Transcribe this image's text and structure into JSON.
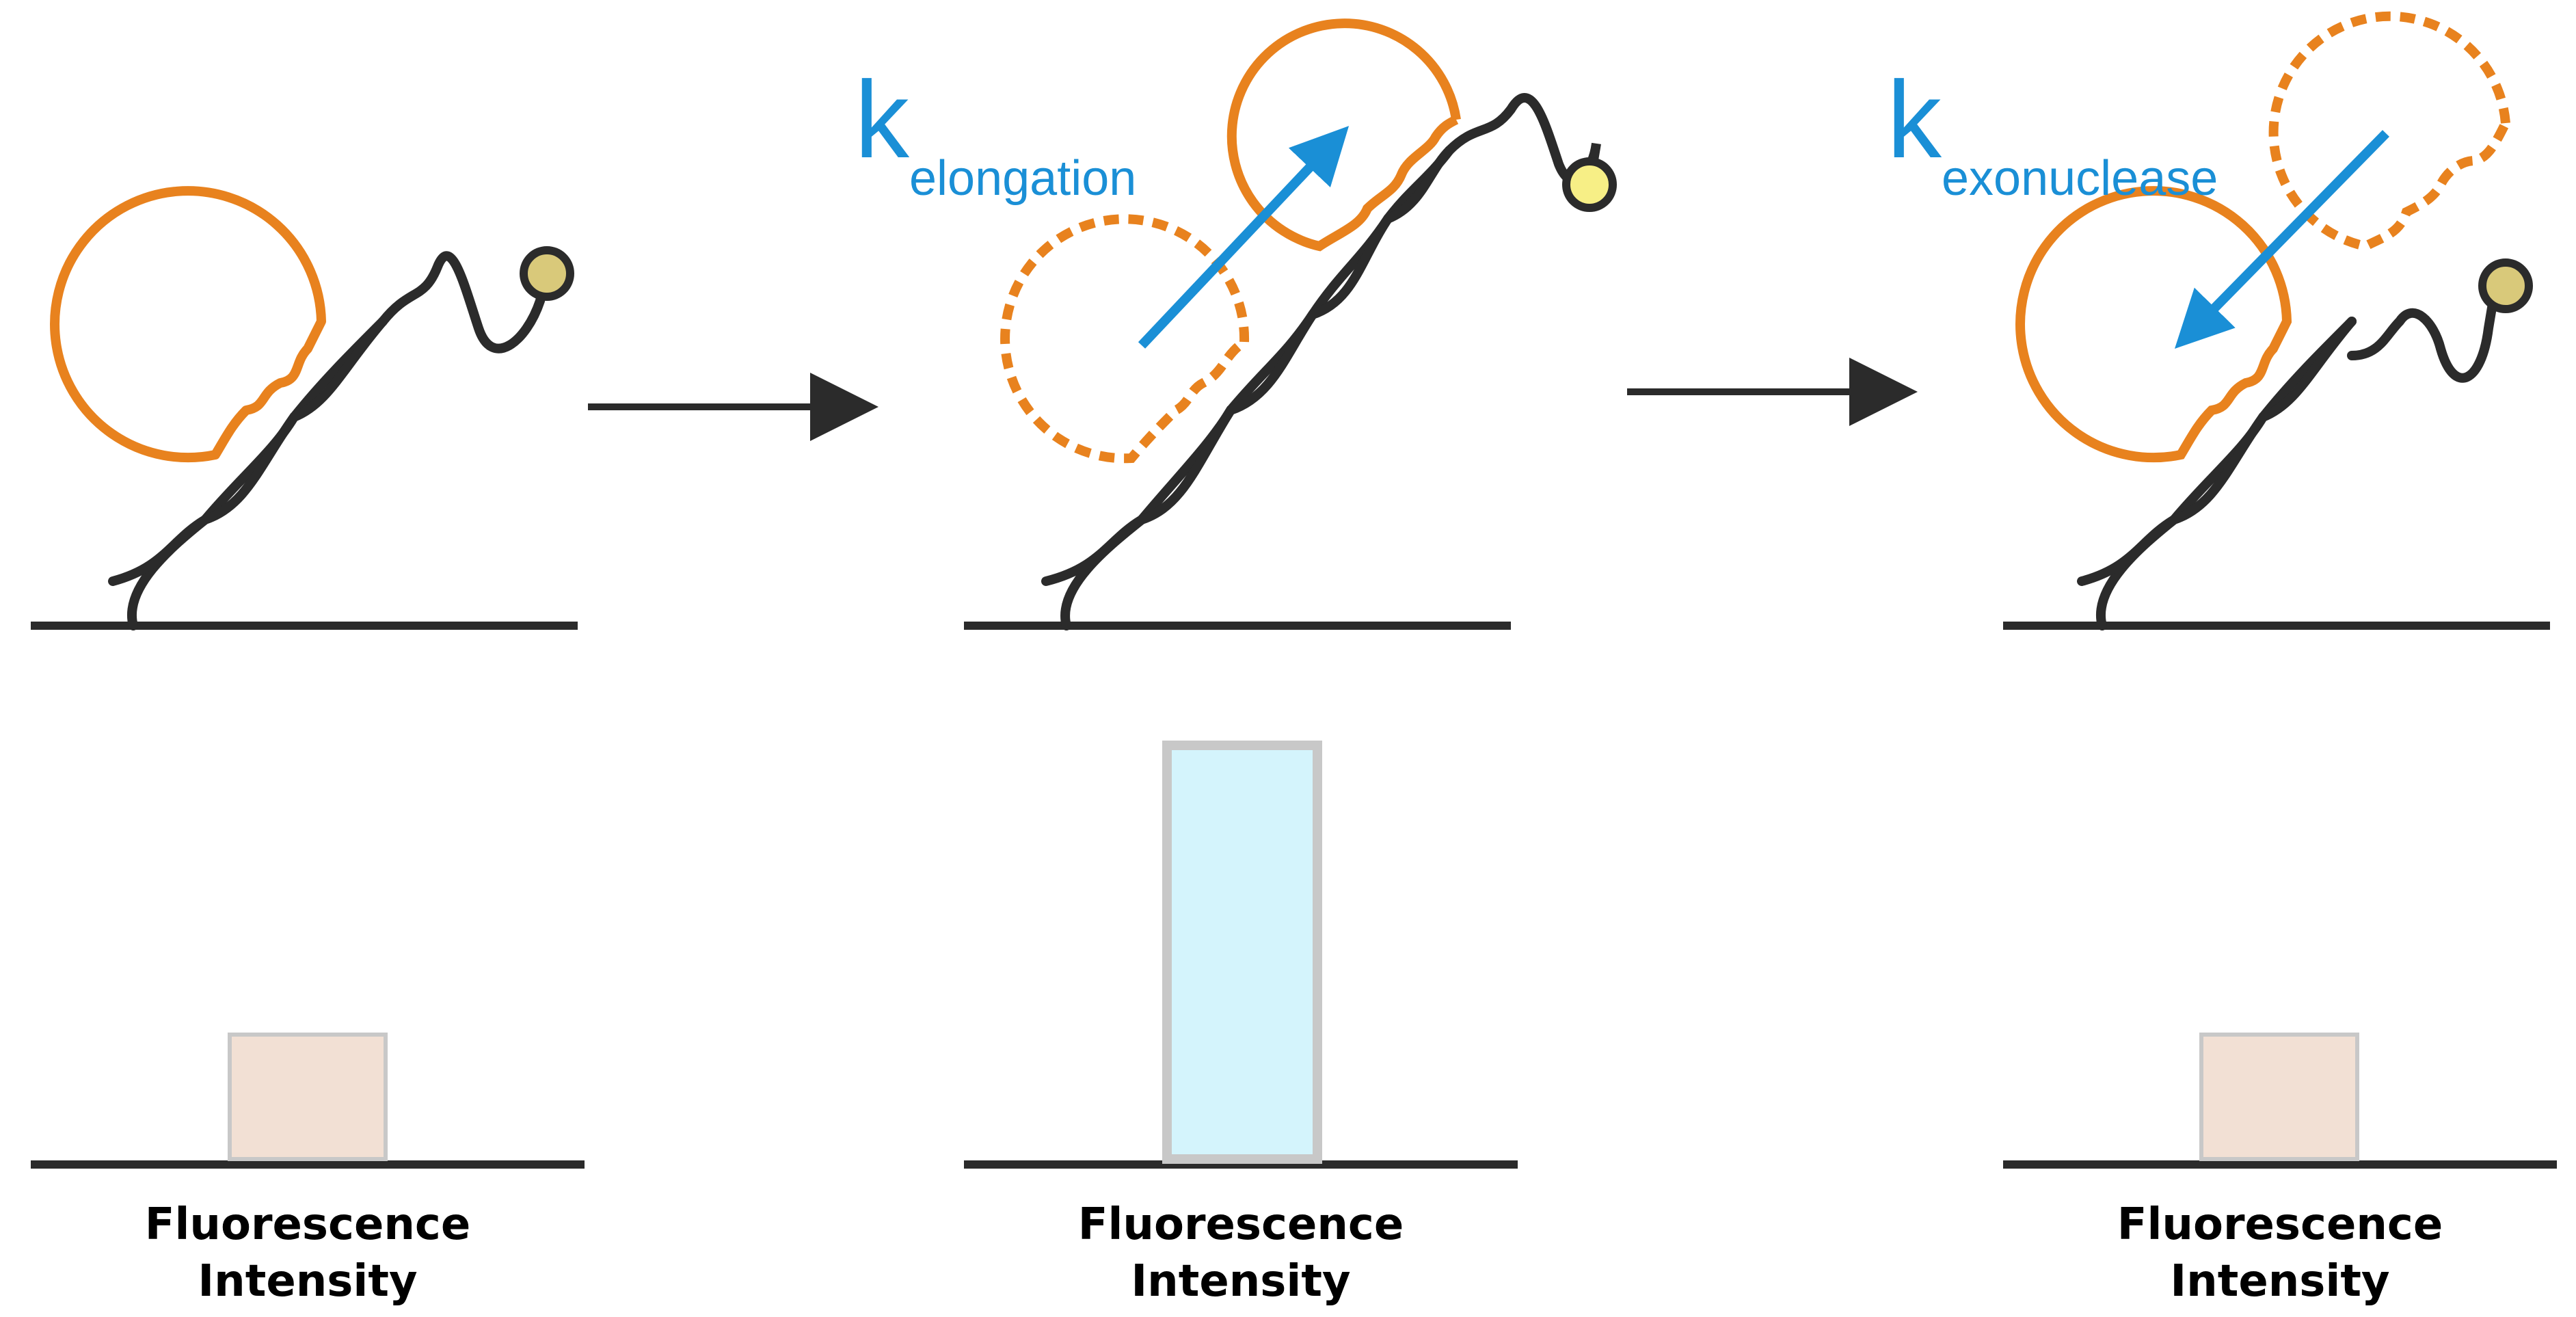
{
  "colors": {
    "dna": "#2b2b2b",
    "polymerase": "#e8821e",
    "rate_arrow": "#1a8fd6",
    "dye_quenched": "#d9c97a",
    "dye_bright": "#f7ef86",
    "bar_low_fill": "#f2e0d4",
    "bar_high_fill": "#d4f4fc",
    "bar_outline": "#c8c8c8"
  },
  "panels": [
    {
      "id": "initial",
      "fluorescence_level": 0.3,
      "fluorescence_label": [
        "Fluorescence",
        "Intensity"
      ]
    },
    {
      "id": "elongation",
      "rate_symbol": "k",
      "rate_subscript": "elongation",
      "fluorescence_level": 1.0,
      "fluorescence_label": [
        "Fluorescence",
        "Intensity"
      ]
    },
    {
      "id": "exonuclease",
      "rate_symbol": "k",
      "rate_subscript": "exonuclease",
      "fluorescence_level": 0.3,
      "fluorescence_label": [
        "Fluorescence",
        "Intensity"
      ]
    }
  ]
}
